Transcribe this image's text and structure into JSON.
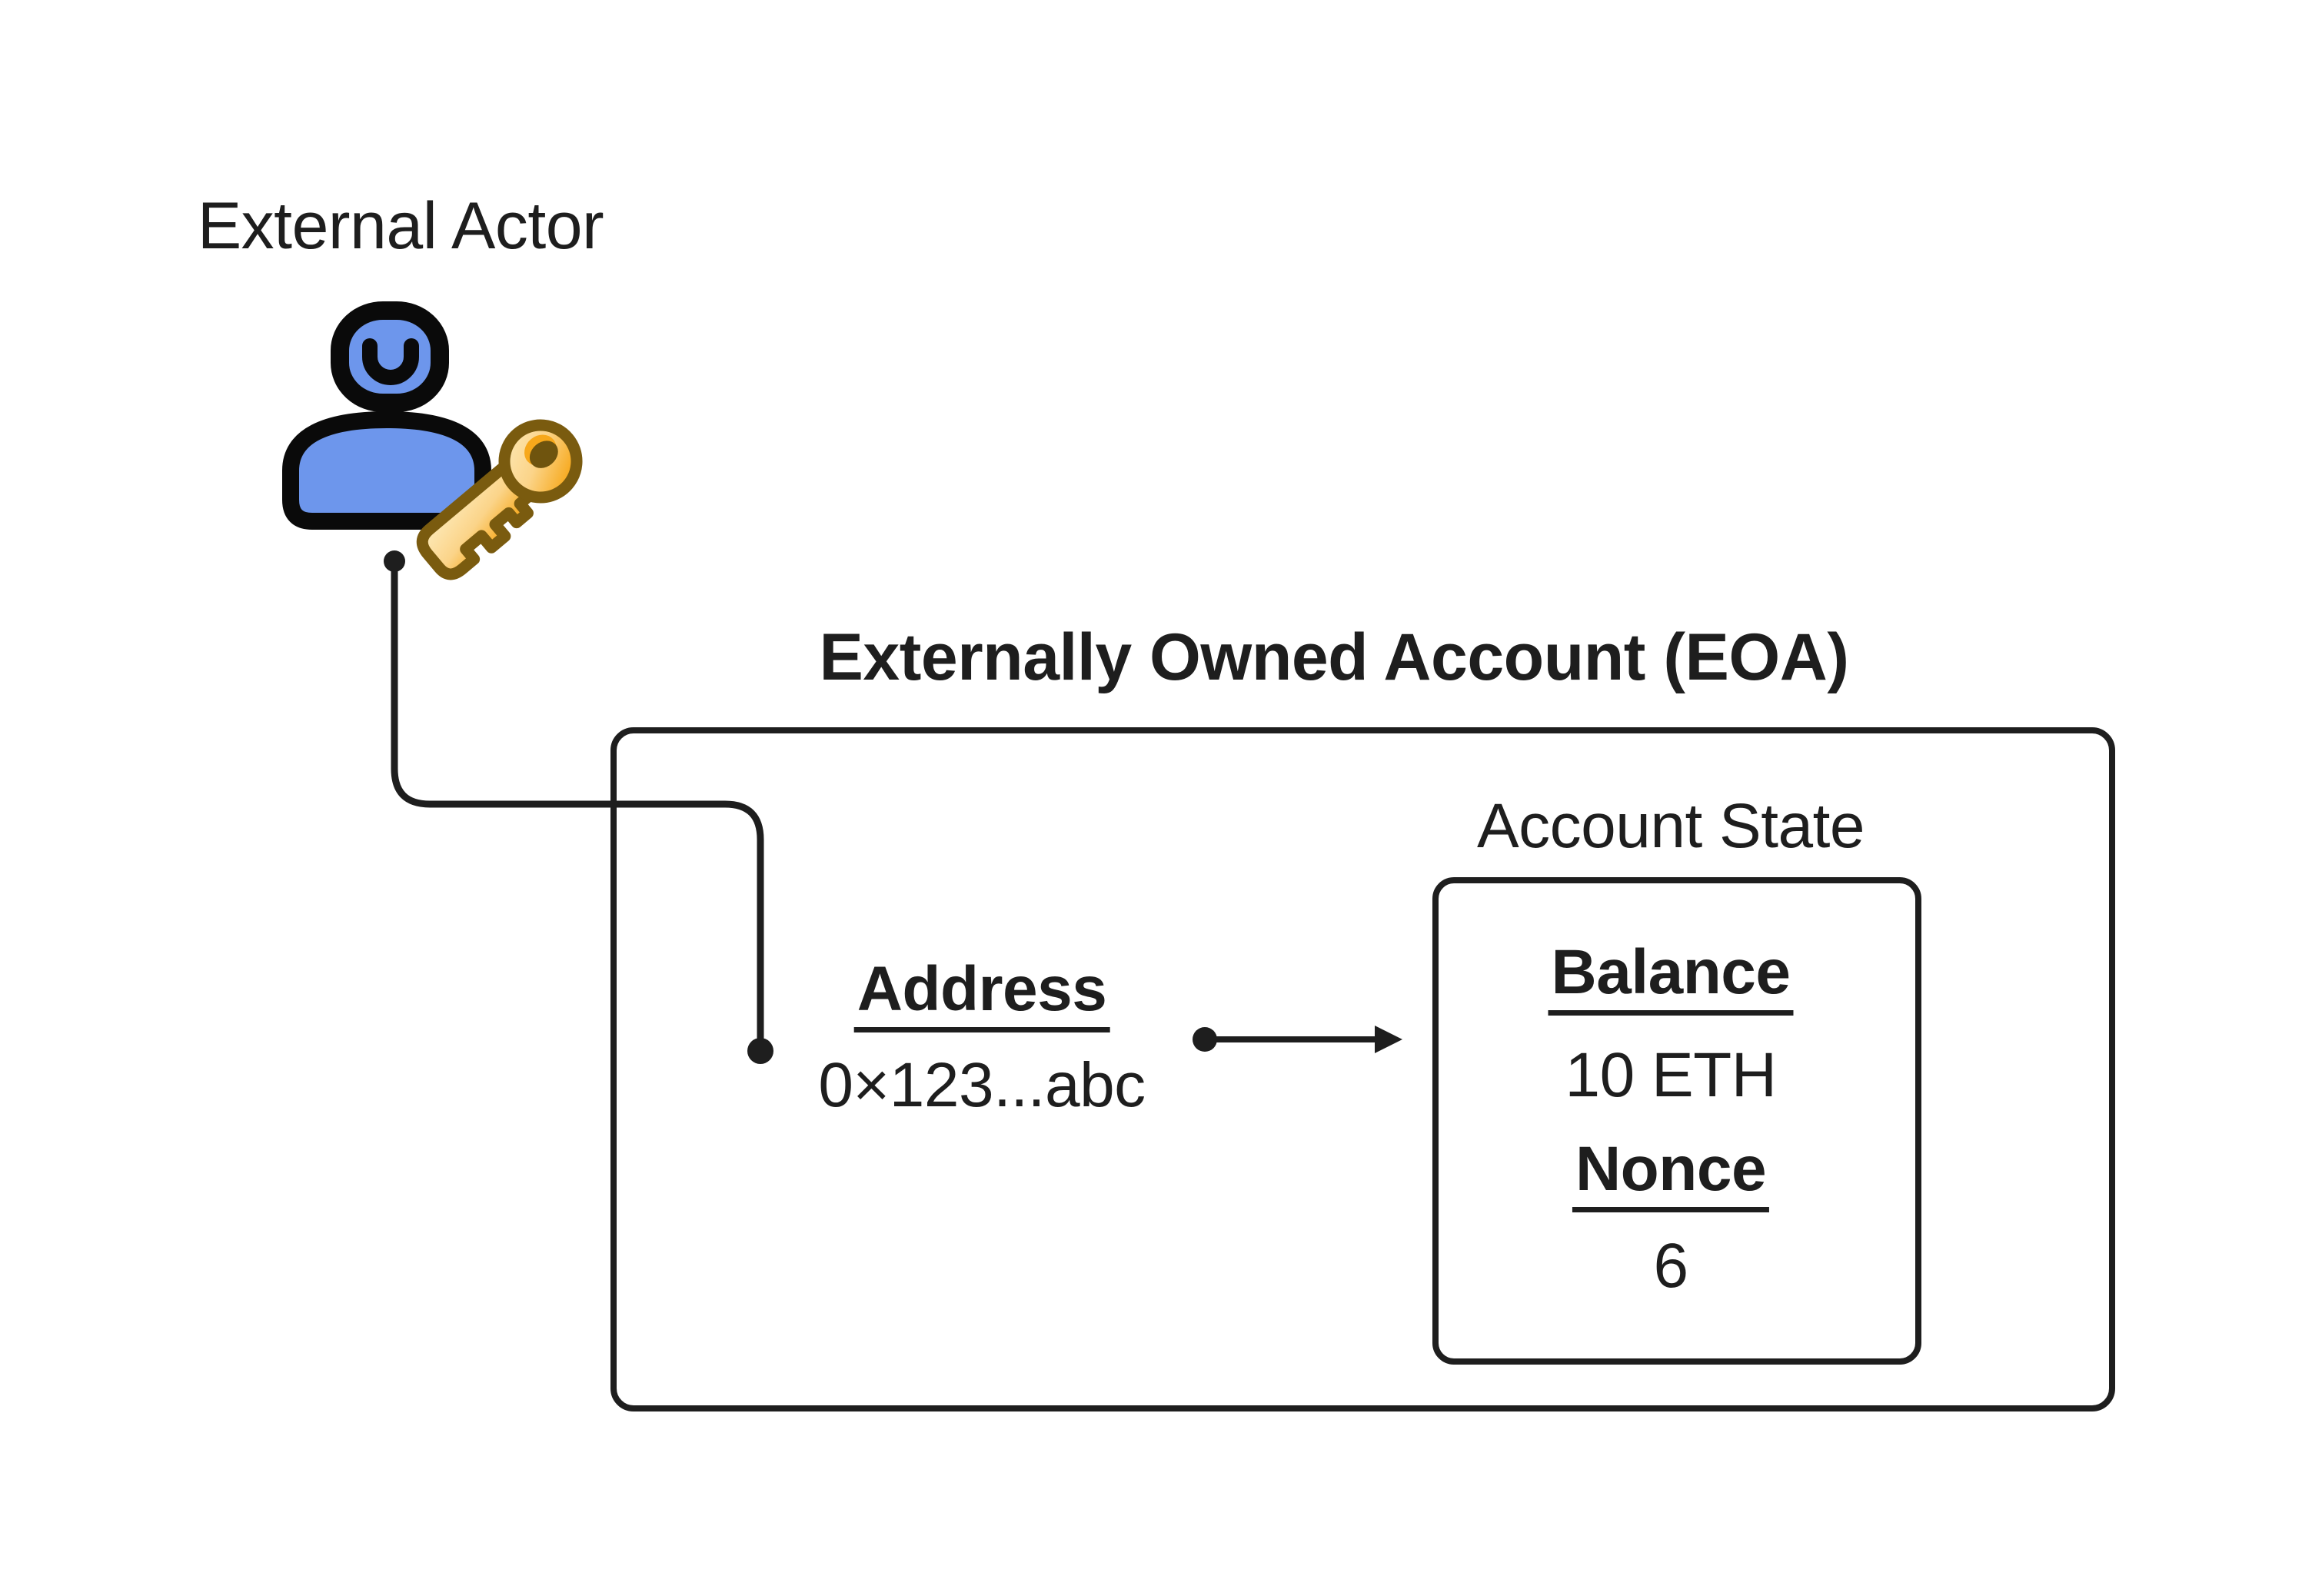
{
  "page": {
    "background": "#FFFFFF",
    "ink": "#1E1E1E"
  },
  "external_actor": {
    "label": "External Actor",
    "icons": [
      "person-icon",
      "key-icon"
    ]
  },
  "eoa": {
    "title": "Externally Owned Account (EOA)",
    "address": {
      "label": "Address",
      "value": "0×123...abc"
    },
    "account_state": {
      "title": "Account State",
      "fields": [
        {
          "label": "Balance",
          "value": "10 ETH"
        },
        {
          "label": "Nonce",
          "value": "6"
        }
      ]
    }
  },
  "connectors": {
    "actor_to_address": "elbow-connector-with-dots",
    "address_to_state": "arrow-right-with-dot"
  },
  "colors": {
    "person_blue": "#6D96EC",
    "key_cream": "#FDE9B5",
    "key_gold": "#FBD489",
    "key_orange": "#F7A81B",
    "key_outline": "#7A5B0F",
    "line": "#1E1E1E"
  }
}
